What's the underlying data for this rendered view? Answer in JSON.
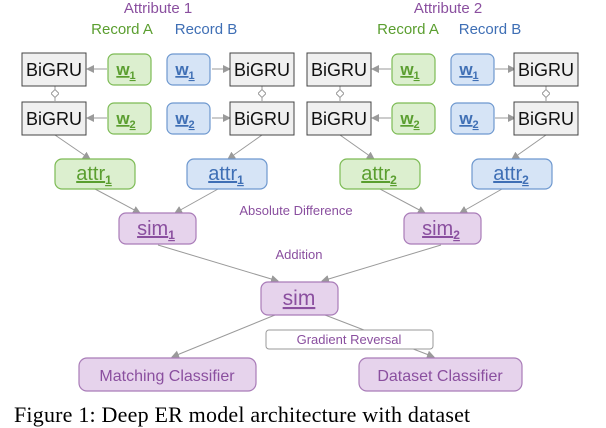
{
  "colors": {
    "green_stroke": "#7dbb55",
    "green_fill": "#dcefcf",
    "green_text": "#5a9e2f",
    "blue_stroke": "#6e98cf",
    "blue_fill": "#d6e4f6",
    "blue_text": "#3f6fb5",
    "purple_stroke": "#a97cb8",
    "purple_fill": "#e6d3ec",
    "purple_text": "#8a4f9f",
    "gray_stroke": "#444444",
    "gray_fill": "#f0f0f0",
    "arrow": "#9a9a9a"
  },
  "headers": {
    "attribute1": "Attribute 1",
    "attribute2": "Attribute 2",
    "record_a": "Record A",
    "record_b": "Record B"
  },
  "bigru": "BiGRU",
  "w": "w",
  "attr": "attr",
  "sim": "sim",
  "sub1": "1",
  "sub2": "2",
  "labels": {
    "absolute_difference": "Absolute Difference",
    "addition": "Addition",
    "gradient_reversal": "Gradient Reversal"
  },
  "classifiers": {
    "matching": "Matching Classifier",
    "dataset": "Dataset Classifier"
  },
  "caption": "Figure 1:  Deep ER model architecture with dataset"
}
